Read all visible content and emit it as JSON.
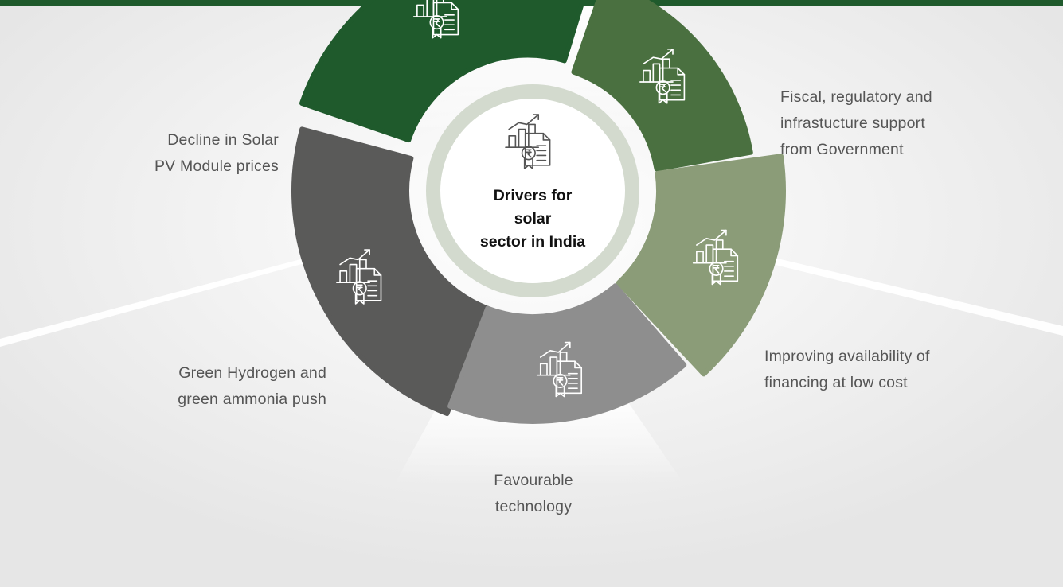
{
  "center": {
    "lines": [
      "Drivers for",
      "solar",
      "sector in India"
    ]
  },
  "drivers": [
    {
      "id": "module-prices",
      "lines": [
        "Decline in Solar",
        "PV Module prices"
      ],
      "color": "#5a5a59"
    },
    {
      "id": "government-support",
      "lines": [
        "Fiscal, regulatory and",
        "infrastucture support",
        "from Government"
      ],
      "color": "#1f5a2c"
    },
    {
      "id": "financing",
      "lines": [
        "Improving availability of",
        "financing at low cost"
      ],
      "color": "#4a7040"
    },
    {
      "id": "technology",
      "lines": [
        "Favourable",
        "technology"
      ],
      "color": "#8b9c78"
    },
    {
      "id": "green-hydrogen",
      "lines": [
        "Green Hydrogen and",
        "green ammonia push"
      ],
      "color": "#8e8e8e"
    }
  ],
  "colors": {
    "top_bar": "#1f5a2c",
    "background": "#ececec",
    "ring": "#d3dace",
    "label_text": "#555555",
    "icon_stroke": "#ffffff",
    "center_icon_stroke": "#555555"
  },
  "icon_name": "growth-chart-document-rupee-icon"
}
